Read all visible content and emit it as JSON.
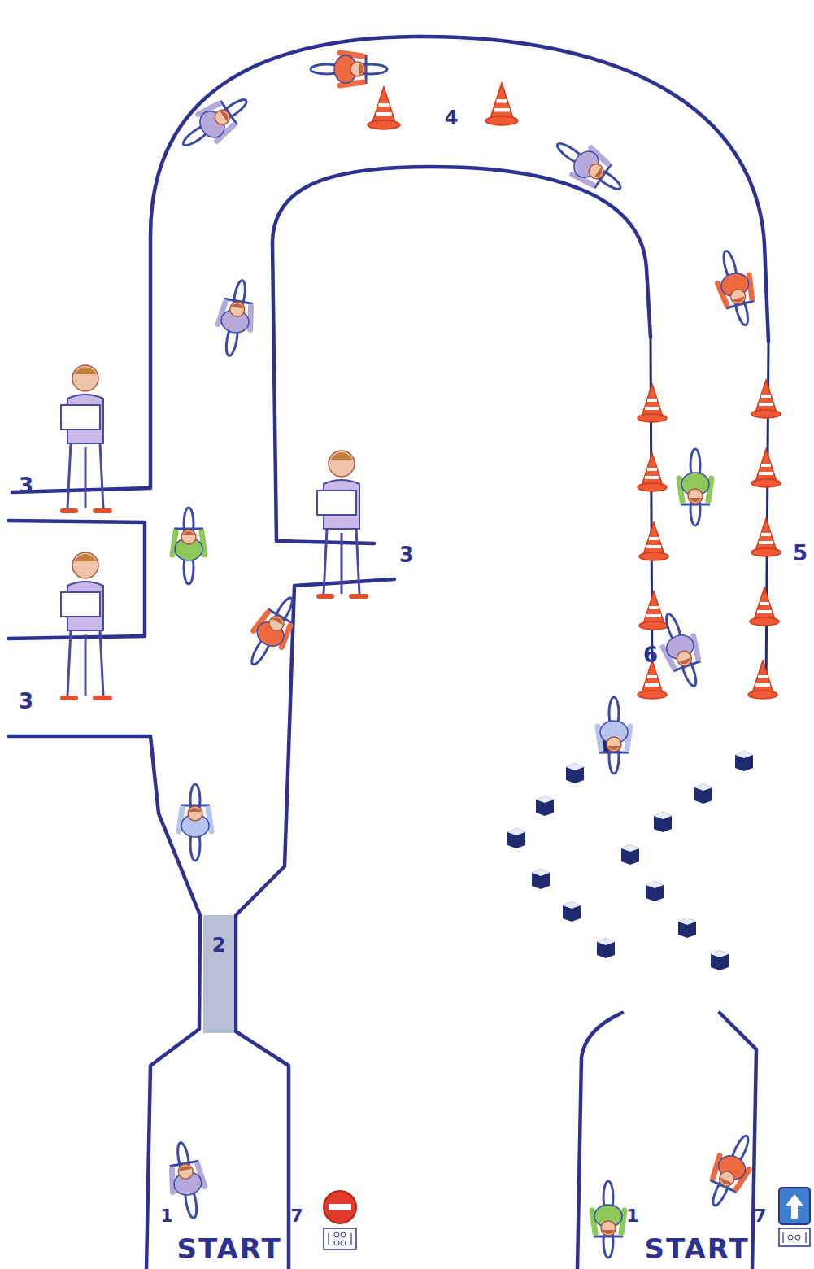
{
  "diagram": {
    "labels": [
      "4",
      "3",
      "3",
      "5",
      "3",
      "6",
      "2",
      "1",
      "7",
      "START",
      "1",
      "7",
      "START"
    ]
  }
}
